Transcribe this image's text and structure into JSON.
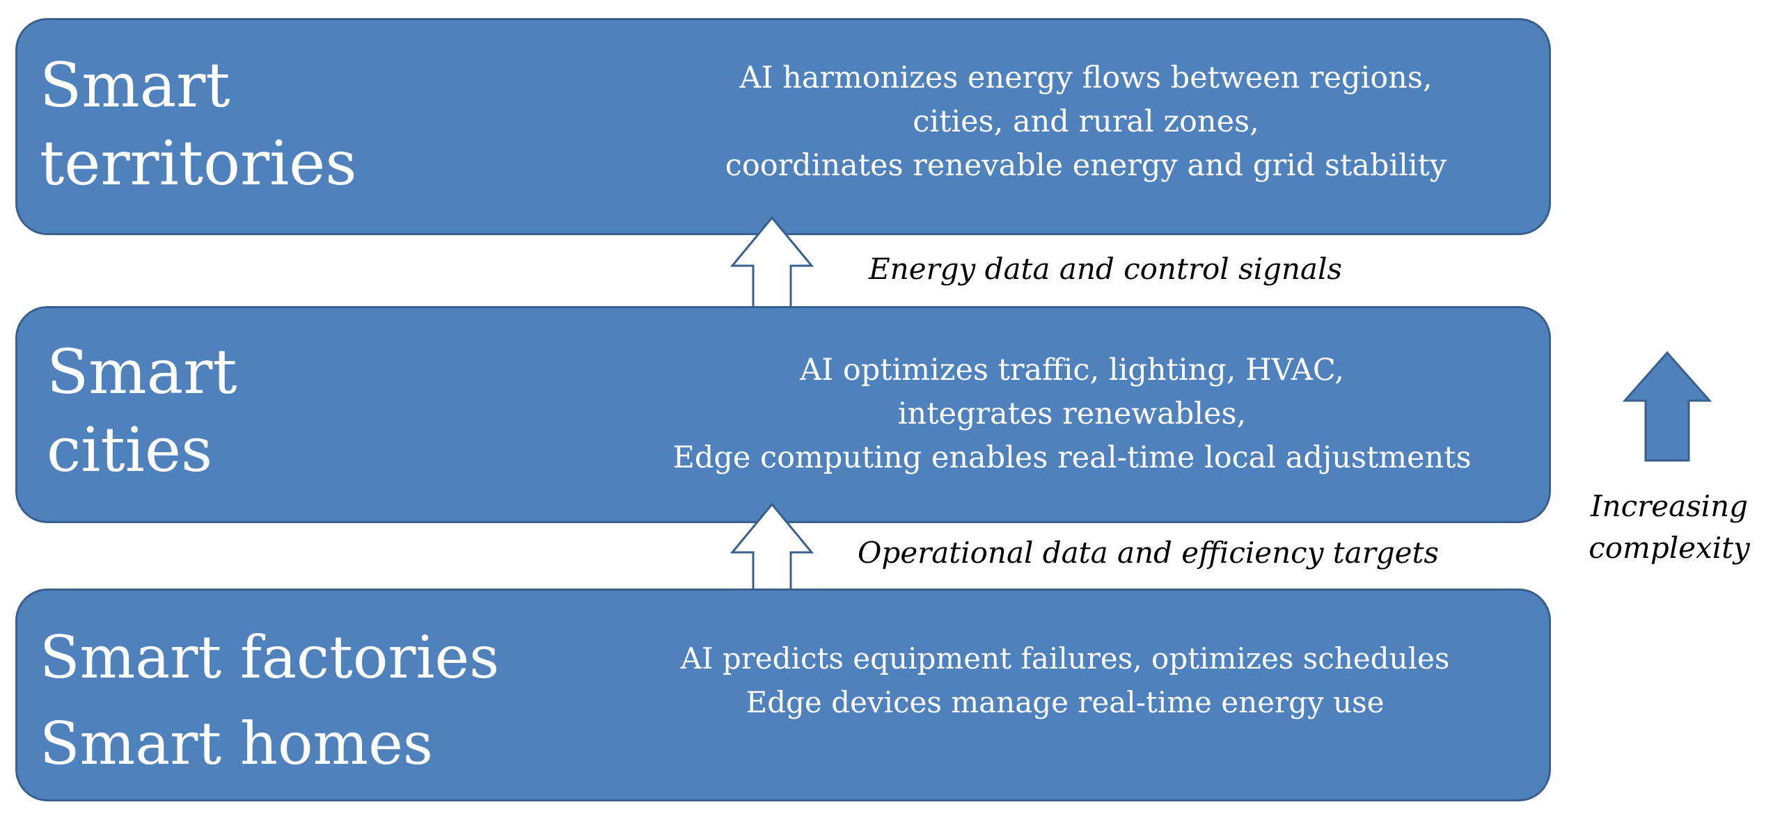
{
  "tiers": [
    {
      "title_lines": [
        "Smart",
        "territories"
      ],
      "description_lines": [
        "AI  harmonizes energy flows  between regions,",
        "cities, and rural zones,",
        "coordinates renevable energy and grid stability"
      ]
    },
    {
      "title_lines": [
        "Smart",
        "cities"
      ],
      "description_lines": [
        "AI optimizes traffic, lighting, HVAC,",
        "integrates renewables,",
        "Edge computing enables real-time local adjustments"
      ]
    },
    {
      "title_lines": [
        "Smart factories",
        "Smart homes"
      ],
      "description_lines": [
        "AI predicts equipment failures, optimizes schedules",
        "Edge devices manage real-time energy use"
      ]
    }
  ],
  "flows": {
    "upper_label": "Energy data and control signals",
    "lower_label": "Operational data and efficiency targets"
  },
  "complexity": {
    "label_lines": [
      "Increasing",
      "complexity"
    ]
  },
  "colors": {
    "tier_fill": "#4f81bd",
    "tier_border": "#3a5f8c",
    "flow_arrow_fill": "#ffffff",
    "complexity_arrow_fill": "#4f81bd"
  },
  "icons": {
    "flow_arrows": "up-arrow-outline-icon",
    "complexity_arrow": "up-arrow-filled-icon"
  }
}
